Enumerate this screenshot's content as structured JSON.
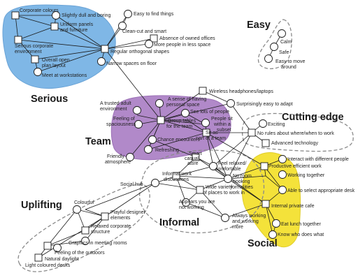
{
  "groups": {
    "serious": "Serious",
    "easy": "Easy",
    "team": "Team",
    "cutting_edge": "Cutting edge",
    "informal": "Informal",
    "uplifting": "Uplifting",
    "social": "Social"
  },
  "nodes": {
    "corporate_colours": "Corporate colours",
    "slightly_dull": "Slightly dull and boring",
    "uniform_panels": [
      "Uniform panels",
      "and furniture"
    ],
    "serious_corporate": [
      "Serious corporate",
      "environment"
    ],
    "overall_open_plan": [
      "Overall open",
      "plan layout"
    ],
    "meet_workstations": "Meet at workstations",
    "easy_to_find": "Easy to find things",
    "clean_cut": "Clean-cut and smart",
    "absence_offices": "Absence of owned offices",
    "more_people": "More people in less space",
    "regular_orthogonal": "Regular orthogonal shapes",
    "narrow_spaces": "Narrow spaces on floor",
    "calm": "Calm",
    "safe": "Safe",
    "easy_move": [
      "Easy to move",
      "around"
    ],
    "wireless": "Wireless headphones/laptops",
    "surprisingly_easy": "Surprisingly easy to adapt",
    "trusted_adult": [
      "A trusted adult",
      "environment"
    ],
    "sense_of_having": [
      "A sense of having",
      "personal space"
    ],
    "feeling_spaciousness": [
      "Feeling of",
      "spaciousness"
    ],
    "see_lots_people": "See lots of people",
    "group_tables": [
      "Group tables",
      "for the team"
    ],
    "people_sit": [
      "People sit",
      "within a",
      "subset"
    ],
    "sit_in_team": [
      "Sit as",
      "part of a team"
    ],
    "chance_encounters": "Chance encounters",
    "refreshing": "Refreshing",
    "friendly": [
      "Friendly",
      "atmosphere"
    ],
    "exciting": "Exciting",
    "no_rules": "No rules about where/when to work",
    "advanced_tech": "Advanced technology",
    "smart_casual": [
      "Smart",
      "casual",
      "attire"
    ],
    "feel_relaxed": [
      "Feel relaxed/",
      "comfortable"
    ],
    "interact_people": "Interact with different people",
    "productive_work": "Productive efficient work",
    "working_together": "Working together",
    "social_hub": "Social hub",
    "informal_work": [
      "Informal work",
      "discussions"
    ],
    "no_room_booking": [
      "No room",
      "booking",
      "formalities"
    ],
    "wide_variety": [
      "Wide variety",
      "of places to work in"
    ],
    "appears_not": [
      "Appears you are",
      "not working"
    ],
    "always_working": [
      "Always working",
      "and working",
      "more"
    ],
    "select_desk": "Able to select appropriate desk",
    "internal_cafe": "Internal private cafe",
    "eat_lunch": "Eat lunch together",
    "know_who": "Know who does what",
    "colourful": "Colourful",
    "playful_elements": [
      "Playful designer",
      "elements"
    ],
    "relaxed_structure": [
      "Relaxed corporate",
      "structure"
    ],
    "graphics_rooms": "Graphics in meeting rooms",
    "feeling_outdoors": "Feeling of the outdoors",
    "natural_daylight": "Natural daylight",
    "light_desks": "Light coloured desks"
  },
  "colors": {
    "serious_blob": "#7fb7e6",
    "team_blob": "#b189c9",
    "social_blob": "#f4e23a",
    "dashed_outline": "#8a8a8a",
    "stroke": "#1a1a1a"
  }
}
